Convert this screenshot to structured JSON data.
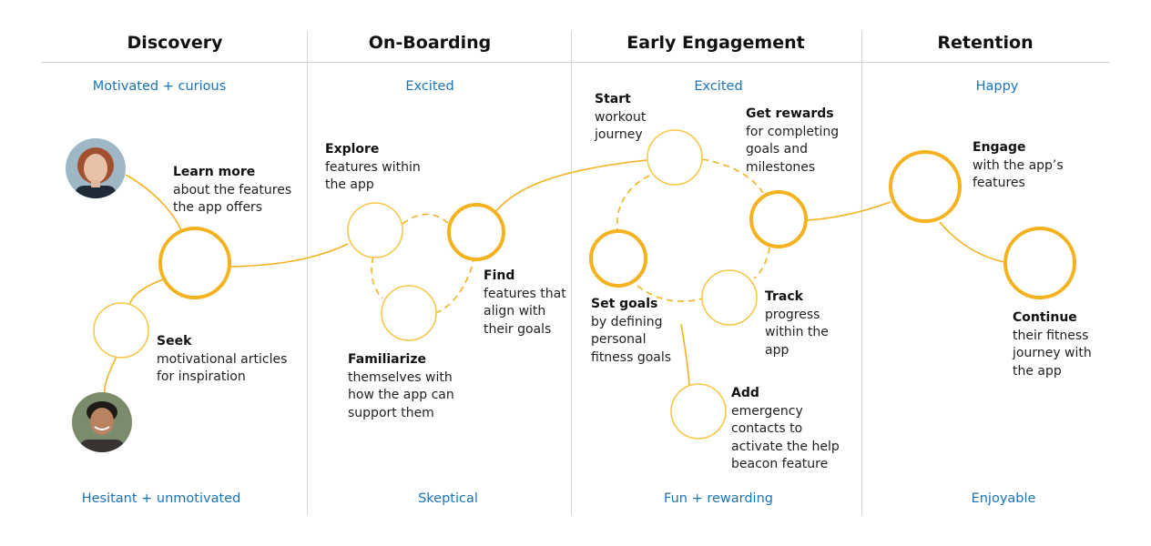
{
  "stages": [
    {
      "title": "Discovery",
      "emotion_top": "Motivated + curious",
      "emotion_bottom": "Hesitant + unmotivated"
    },
    {
      "title": "On-Boarding",
      "emotion_top": "Excited",
      "emotion_bottom": "Skeptical"
    },
    {
      "title": "Early Engagement",
      "emotion_top": "Excited",
      "emotion_bottom": "Fun + rewarding"
    },
    {
      "title": "Retention",
      "emotion_top": "Happy",
      "emotion_bottom": "Enjoyable"
    }
  ],
  "steps": {
    "learn_more": {
      "title": "Learn more",
      "desc": [
        "about the features",
        "the app offers"
      ]
    },
    "seek": {
      "title": "Seek",
      "desc": [
        "motivational articles",
        "for inspiration"
      ]
    },
    "explore": {
      "title": "Explore",
      "desc": [
        "features within",
        "the app"
      ]
    },
    "find": {
      "title": "Find",
      "desc": [
        "features that",
        "align with",
        "their goals"
      ]
    },
    "familiarize": {
      "title": "Familiarize",
      "desc": [
        "themselves with",
        "how the app can",
        "support them"
      ]
    },
    "start": {
      "title": "Start",
      "desc": [
        "workout",
        "journey"
      ]
    },
    "get_rewards": {
      "title": "Get rewards",
      "desc": [
        "for completing",
        "goals and",
        "milestones"
      ]
    },
    "set_goals": {
      "title": "Set goals",
      "desc": [
        "by defining",
        "personal",
        "fitness goals"
      ]
    },
    "track": {
      "title": "Track",
      "desc": [
        "progress",
        "within the",
        "app"
      ]
    },
    "add": {
      "title": "Add",
      "desc": [
        "emergency",
        "contacts to",
        "activate the help",
        "beacon feature"
      ]
    },
    "engage": {
      "title": "Engage",
      "desc": [
        "with the app’s",
        "features"
      ]
    },
    "continue": {
      "title": "Continue",
      "desc": [
        "their fitness",
        "journey with",
        "the app"
      ]
    }
  },
  "colors": {
    "accent": "#f5b21f",
    "accent_light": "#f7c64a",
    "emotion_text": "#1a73b8",
    "divider": "#d6d6d6"
  }
}
